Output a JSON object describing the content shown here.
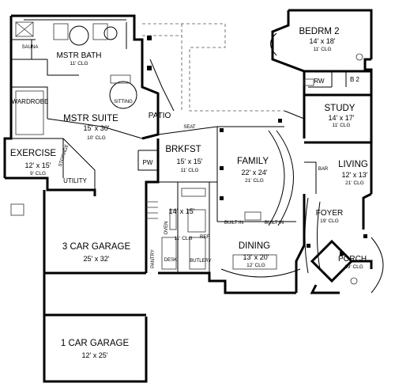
{
  "rooms": {
    "sauna": {
      "name": "SAUNA"
    },
    "mstr_bath": {
      "name": "MSTR BATH",
      "ceiling": "11' CLG"
    },
    "sitting": {
      "name": "SITTING"
    },
    "wardrobe": {
      "name": "WARDROBE"
    },
    "mstr_suite": {
      "name": "MSTR SUITE",
      "size": "15' x 30'",
      "ceiling": "10' CLG"
    },
    "patio": {
      "name": "PATIO"
    },
    "seat": {
      "name": "SEAT"
    },
    "exercise": {
      "name": "EXERCISE",
      "size": "12' x 15'",
      "ceiling": "9' CLG"
    },
    "storage": {
      "name": "STORAGE"
    },
    "pw": {
      "name": "PW"
    },
    "utility": {
      "name": "UTILITY"
    },
    "brkfst": {
      "name": "BRKFST",
      "size": "15' x 15'",
      "ceiling": "11' CLG"
    },
    "family": {
      "name": "FAMILY",
      "size": "22' x 24'",
      "ceiling": "21' CLG"
    },
    "bedrm2": {
      "name": "BEDRM 2",
      "size": "14' x 18'",
      "ceiling": "11' CLG"
    },
    "rw": {
      "name": "RW"
    },
    "b2": {
      "name": "B 2"
    },
    "study": {
      "name": "STUDY",
      "size": "14' x 17'",
      "ceiling": "11' CLG"
    },
    "bar": {
      "name": "BAR"
    },
    "living": {
      "name": "LIVING",
      "size": "12' x 13'",
      "ceiling": "21' CLG"
    },
    "kitchen": {
      "size": "14' x 15'",
      "ceiling": "11' CLG"
    },
    "ref": {
      "name": "REF"
    },
    "oven": {
      "name": "OVEN"
    },
    "pantry": {
      "name": "PANTRY"
    },
    "desk": {
      "name": "DESK"
    },
    "butlery": {
      "name": "BUTLERY"
    },
    "built_in_left": {
      "name": "BUILT IN"
    },
    "built_in_right": {
      "name": "BUILT IN"
    },
    "dining": {
      "name": "DINING",
      "size": "13' x 20'",
      "ceiling": "12' CLG"
    },
    "foyer": {
      "name": "FOYER",
      "ceiling": "19' CLG"
    },
    "porch": {
      "name": "PORCH",
      "ceiling": "19' CLG"
    },
    "garage3": {
      "name": "3 CAR GARAGE",
      "size": "25' x 32'"
    },
    "garage1": {
      "name": "1 CAR GARAGE",
      "size": "12' x 25'"
    }
  },
  "colors": {
    "wall": "#000000",
    "background": "#ffffff"
  }
}
